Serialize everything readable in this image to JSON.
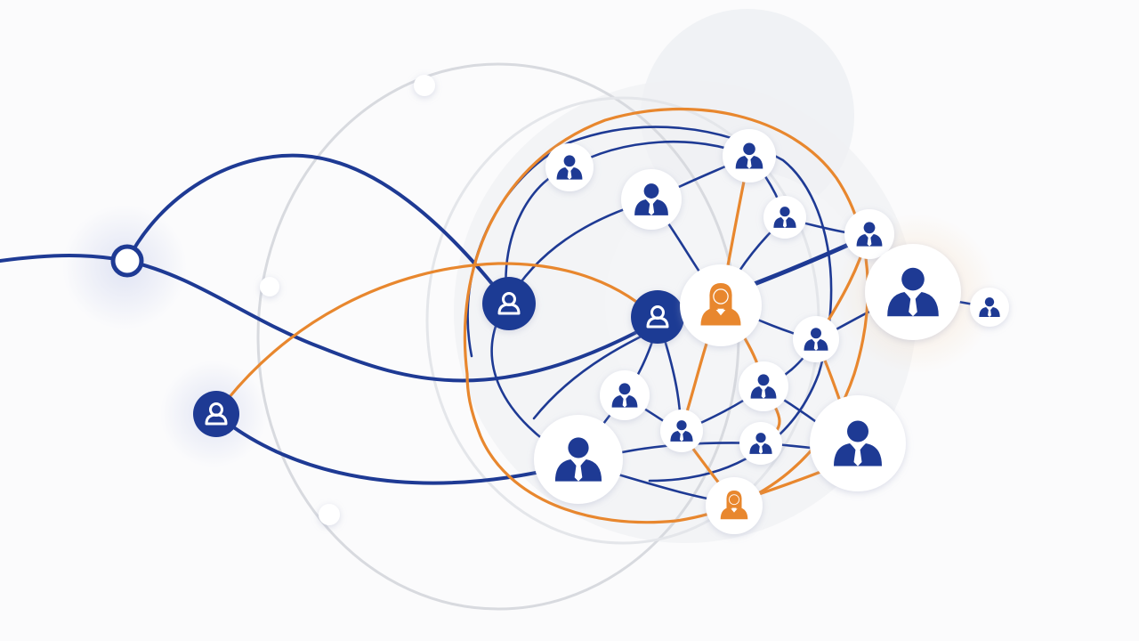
{
  "palette": {
    "blue": "#1e3a94",
    "orange": "#e8872e",
    "ring_gray": "#d8dadf",
    "node_bg": "#ffffff",
    "halo_blue": "#c9d0ec",
    "halo_orange": "#f6d9b8"
  },
  "nodes": [
    {
      "id": "n-left-ring",
      "kind": "ring",
      "color": "blue"
    },
    {
      "id": "n-left-solid",
      "kind": "avatar-filled",
      "color": "blue"
    },
    {
      "id": "n-center-1",
      "kind": "avatar-filled",
      "color": "blue"
    },
    {
      "id": "n-center-2",
      "kind": "avatar-filled",
      "color": "blue"
    },
    {
      "id": "n-woman-main",
      "kind": "businesswoman",
      "color": "orange"
    },
    {
      "id": "n-man-large-right",
      "kind": "businessman",
      "color": "blue"
    },
    {
      "id": "n-man-right-lower",
      "kind": "businessman",
      "color": "blue"
    },
    {
      "id": "n-man-left-lower",
      "kind": "businessman",
      "color": "blue"
    },
    {
      "id": "n-woman-bottom",
      "kind": "businesswoman",
      "color": "orange"
    },
    {
      "id": "n-top-1",
      "kind": "businessman",
      "color": "blue"
    },
    {
      "id": "n-top-2",
      "kind": "businessman",
      "color": "blue"
    },
    {
      "id": "n-top-3",
      "kind": "businessman",
      "color": "blue"
    },
    {
      "id": "n-mid-1",
      "kind": "businessman",
      "color": "blue"
    },
    {
      "id": "n-mid-2",
      "kind": "businessman",
      "color": "blue"
    },
    {
      "id": "n-mid-3",
      "kind": "businessman",
      "color": "blue"
    },
    {
      "id": "n-mid-4",
      "kind": "businessman",
      "color": "blue"
    },
    {
      "id": "n-mid-5",
      "kind": "businessman",
      "color": "blue"
    },
    {
      "id": "n-mid-6",
      "kind": "businessman",
      "color": "blue"
    },
    {
      "id": "n-mid-7",
      "kind": "businessman",
      "color": "blue"
    },
    {
      "id": "n-far-right",
      "kind": "businessman",
      "color": "blue"
    }
  ]
}
